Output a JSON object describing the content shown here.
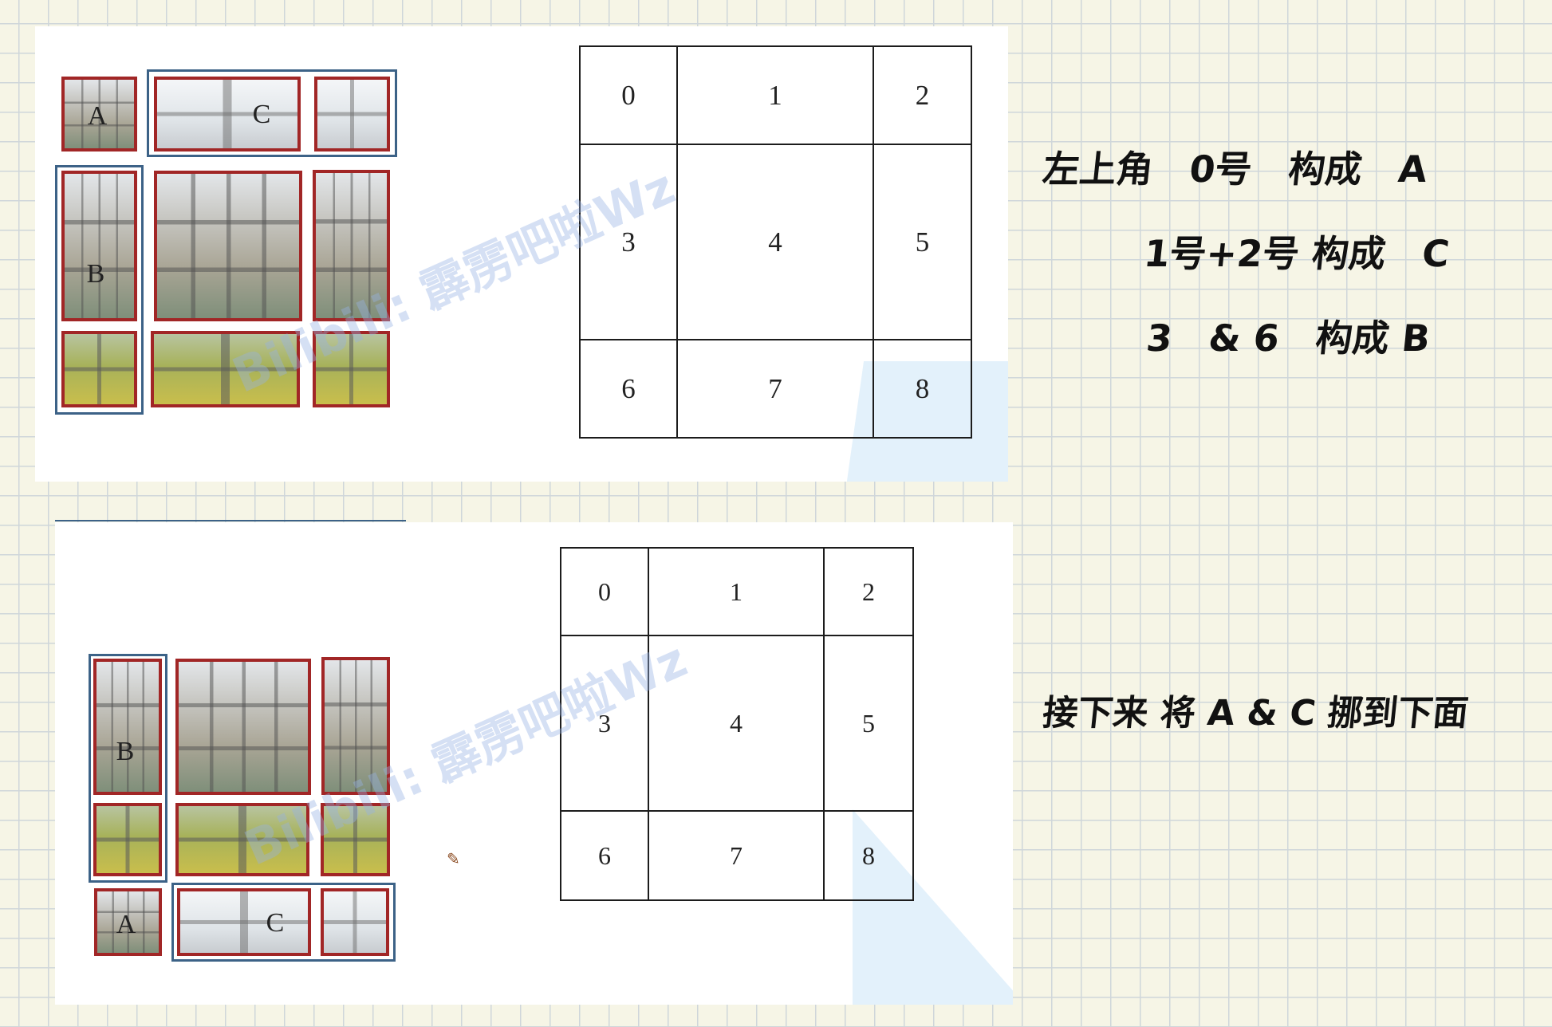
{
  "top_slide": {
    "labels": {
      "a": "A",
      "b": "B",
      "c": "C"
    },
    "grid": [
      [
        "0",
        "1",
        "2"
      ],
      [
        "3",
        "4",
        "5"
      ],
      [
        "6",
        "7",
        "8"
      ]
    ],
    "watermark": "Bilibili: 霹雳吧啦Wz"
  },
  "bottom_slide": {
    "labels": {
      "a": "A",
      "b": "B",
      "c": "C"
    },
    "grid": [
      [
        "0",
        "1",
        "2"
      ],
      [
        "3",
        "4",
        "5"
      ],
      [
        "6",
        "7",
        "8"
      ]
    ],
    "watermark": "Bilibili: 霹雳吧啦Wz"
  },
  "notes": {
    "line1": "左上角　0号　构成　A",
    "line2": "1号+2号 构成　C",
    "line3": "3　& 6　构成 B",
    "line4": "接下来 将 A & C 挪到下面"
  },
  "colors": {
    "panel_border": "#a12626",
    "group_border": "#3c6287",
    "paper": "#f6f5e6"
  }
}
